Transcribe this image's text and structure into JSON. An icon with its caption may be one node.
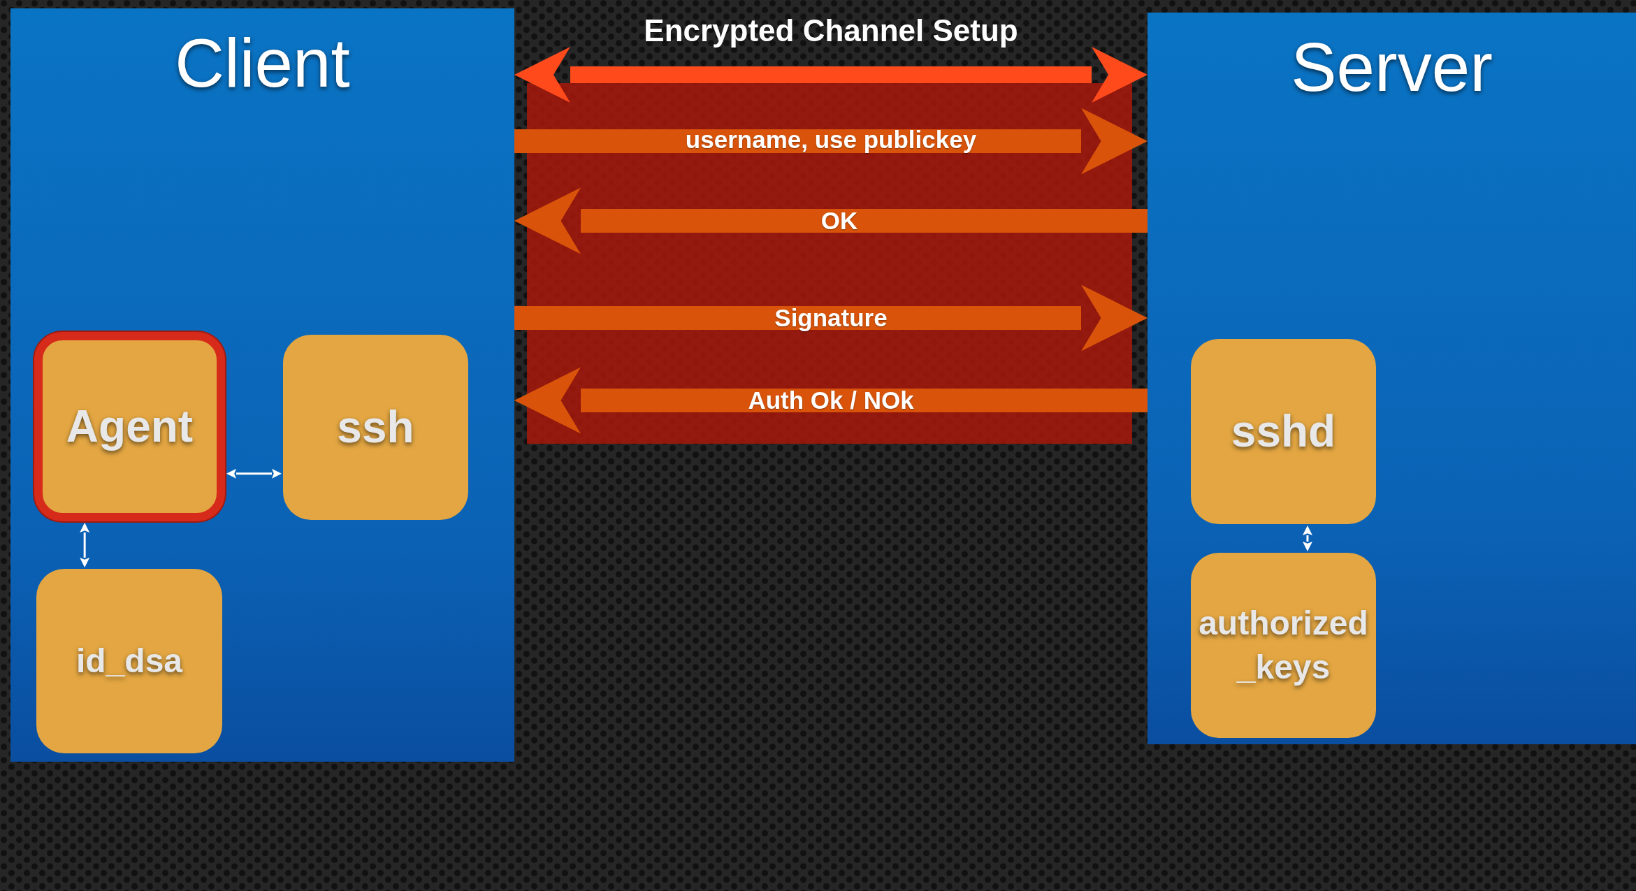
{
  "diagram": {
    "nodes": [
      {
        "text": [
          "Client"
        ]
      },
      {
        "text": [
          "Server"
        ]
      },
      {
        "text": [
          "Agent"
        ],
        "in": 0
      },
      {
        "text": [
          "ssh"
        ],
        "in": 0
      },
      {
        "text": [
          "id_dsa"
        ],
        "in": 0
      },
      {
        "text": [
          "sshd"
        ],
        "in": 1
      },
      {
        "text": [
          "authorized _keys"
        ],
        "in": 1
      }
    ],
    "edges": [
      {
        "from": 0,
        "to": 1,
        "arrow": "both",
        "label": "Encrypted Channel Setup",
        "color": "#ff4a1c"
      },
      {
        "from": 0,
        "to": 1,
        "arrow": "to",
        "label": "username, use publickey"
      },
      {
        "from": 1,
        "to": 0,
        "arrow": "to",
        "label": "OK"
      },
      {
        "from": 0,
        "to": 1,
        "arrow": "to",
        "label": "Signature"
      },
      {
        "from": 1,
        "to": 0,
        "arrow": "to",
        "label": "Auth Ok / NOk"
      },
      {
        "from": 2,
        "to": 3,
        "arrow": "both",
        "color": "#ffffff"
      },
      {
        "from": 2,
        "to": 4,
        "arrow": "both",
        "color": "#ffffff"
      },
      {
        "from": 5,
        "to": 6,
        "arrow": "both",
        "color": "#ffffff"
      }
    ]
  }
}
